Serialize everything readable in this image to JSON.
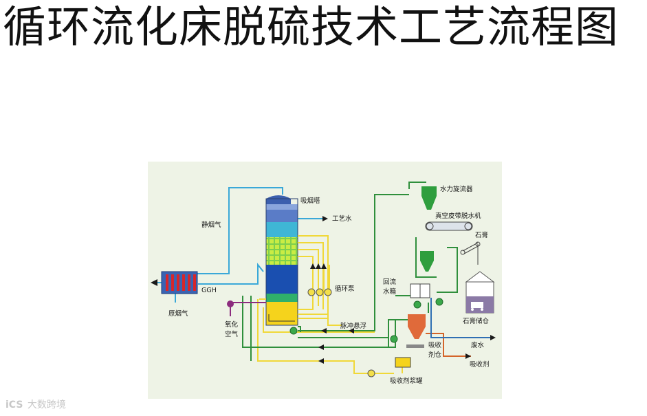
{
  "title": "循环流化床脱硫技术工艺流程图",
  "watermark": {
    "logo": "iCS",
    "text": "大数跨境"
  },
  "labels": {
    "absorber": "吸烟塔",
    "process_water": "工艺水",
    "clean_flue_gas": "静烟气",
    "ggh": "GGH",
    "raw_flue_gas": "原烟气",
    "oxidation_air": "氧化\n空气",
    "circulation_pump": "循环泵",
    "pulse_suspension": "脉冲悬浮",
    "hydrocyclone": "水力旋流器",
    "vacuum_belt_filter": "真空皮带脱水机",
    "gypsum": "石膏",
    "reflux_tank": "回流\n水箱",
    "gypsum_silo": "石膏储仓",
    "absorbent_silo": "吸收\n剂仓",
    "waste_water": "废水",
    "absorbent": "吸收剂",
    "slurry_tank": "吸收剂浆罐"
  },
  "colors": {
    "background": "#eef3e6",
    "flue_gas_line": "#3aa8d8",
    "recirculation_line": "#2f8f3c",
    "slurry_line": "#f0d838",
    "oxidation_line": "#8c2c7e",
    "absorbent_line": "#d4642a",
    "tower_top": "#3b5fae",
    "tower_mid": "#1a4fb0",
    "tower_bottom": "#f5d31c",
    "spray_zone": "#3fb6d5",
    "separator_green": "#2f9e3e",
    "gypsum_silo": "#8b7aa6",
    "absorbent_silo": "#e06a3a"
  }
}
